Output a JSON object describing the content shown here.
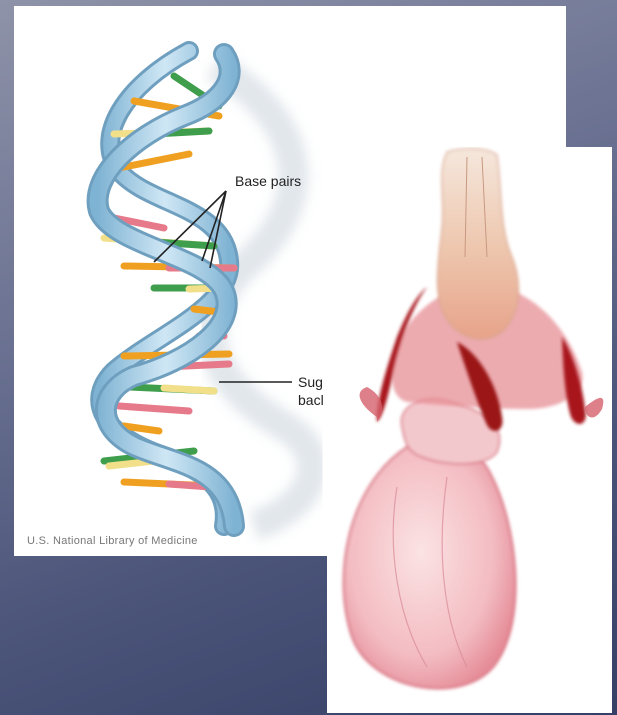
{
  "dna_figure": {
    "label_base_pairs": "Base pairs",
    "label_backbone_line1": "Sug",
    "label_backbone_line2": "bacl",
    "credit": "U.S. National Library of Medicine",
    "colors": {
      "backbone": "#a8cfe6",
      "backbone_edge": "#6f9fbf",
      "base_orange": "#f0a020",
      "base_pink": "#e77a8a",
      "base_green": "#3f9e4c",
      "base_yellow": "#f2df8a"
    }
  },
  "specimen_photo": {
    "subject": "moth-genitalia-slide",
    "colors": {
      "dark_red": "#a8161e",
      "tissue_pink": "#f0b6bc",
      "pale": "#f7e3dd"
    }
  }
}
